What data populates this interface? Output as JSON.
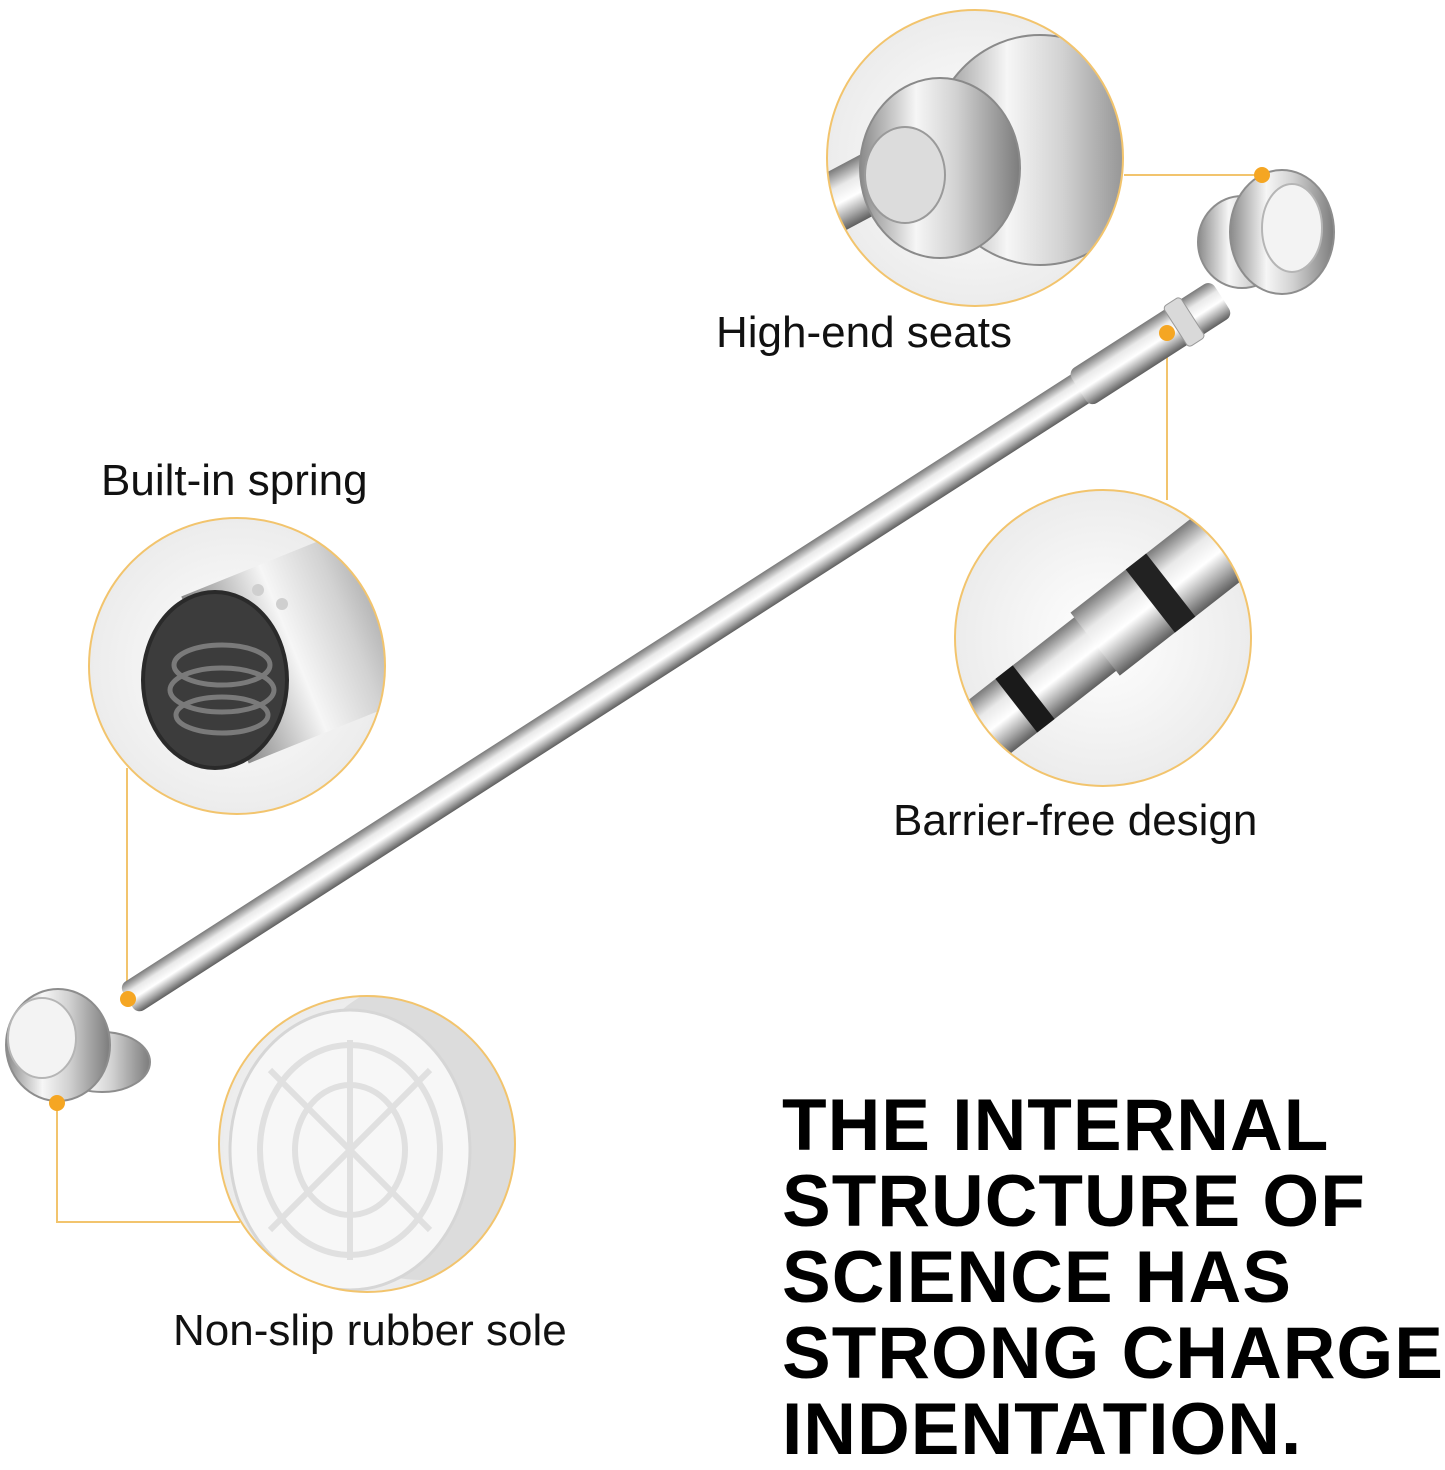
{
  "colors": {
    "accent": "#f5a623",
    "callout_line": "#f2c46d",
    "chrome_light": "#f4f4f4",
    "chrome_mid": "#b9b9b9",
    "chrome_dark": "#6f6f6f",
    "text": "#111111"
  },
  "callouts": [
    {
      "label": "High-end seats",
      "icon": "mounting-seat-closeup"
    },
    {
      "label": "Built-in spring",
      "icon": "spring-tube-closeup"
    },
    {
      "label": "Barrier-free design",
      "icon": "tube-joint-closeup"
    },
    {
      "label": "Non-slip rubber sole",
      "icon": "rubber-sole-closeup"
    }
  ],
  "headline": {
    "lines": [
      "THE INTERNAL",
      "STRUCTURE OF",
      "SCIENCE HAS",
      "STRONG CHARGE",
      "INDENTATION."
    ]
  }
}
